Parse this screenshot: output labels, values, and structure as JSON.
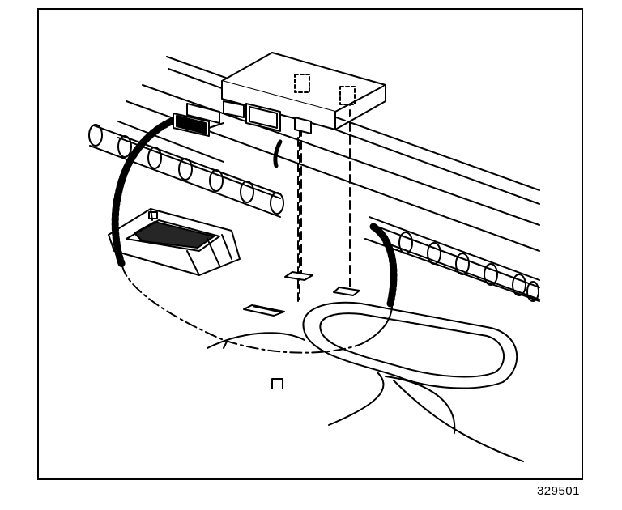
{
  "figure": {
    "number": "329501"
  },
  "colors": {
    "ink": "#000000",
    "paper": "#ffffff"
  },
  "parts": {
    "module": "module-box",
    "harness": "wiring-harness",
    "connector": "harness-connector",
    "studs": "mounting-studs",
    "ducts": "hvac-ducts",
    "bracket": "floor-bracket",
    "opening": "floor-opening"
  }
}
